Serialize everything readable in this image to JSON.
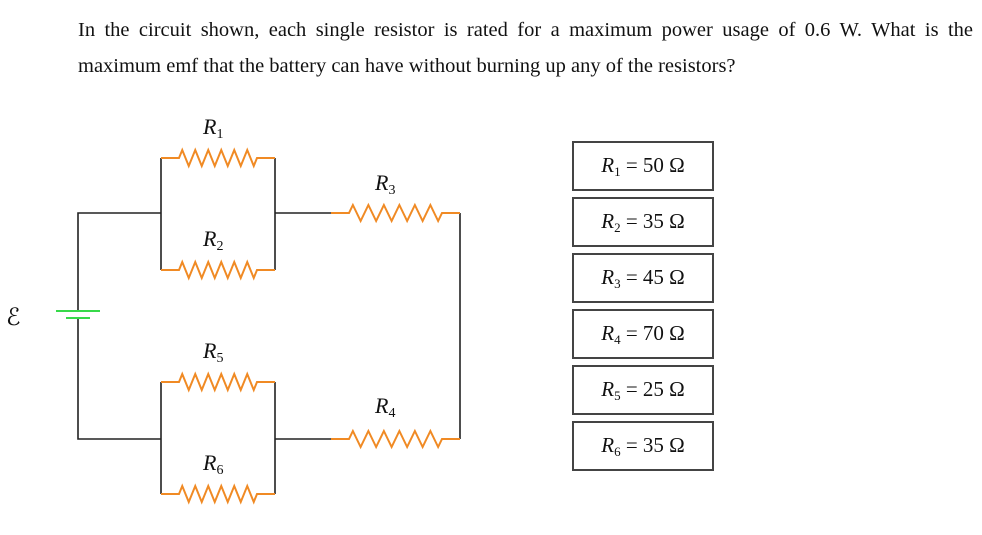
{
  "problem": {
    "text": "In the circuit shown, each single resistor is rated for a maximum power usage of 0.6 W. What is the maximum emf that the battery can have without burning up any of the resistors?"
  },
  "circuit": {
    "emf_symbol": "ℰ",
    "labels": {
      "R1": {
        "base": "R",
        "sub": "1"
      },
      "R2": {
        "base": "R",
        "sub": "2"
      },
      "R3": {
        "base": "R",
        "sub": "3"
      },
      "R4": {
        "base": "R",
        "sub": "4"
      },
      "R5": {
        "base": "R",
        "sub": "5"
      },
      "R6": {
        "base": "R",
        "sub": "6"
      }
    },
    "colors": {
      "resistor": "#f08a24",
      "battery": "#37d94a",
      "wire": "#222222"
    }
  },
  "table": [
    {
      "name": "R",
      "sub": "1",
      "eq": " = 50 Ω"
    },
    {
      "name": "R",
      "sub": "2",
      "eq": " = 35 Ω"
    },
    {
      "name": "R",
      "sub": "3",
      "eq": " = 45 Ω"
    },
    {
      "name": "R",
      "sub": "4",
      "eq": " = 70 Ω"
    },
    {
      "name": "R",
      "sub": "5",
      "eq": " = 25 Ω"
    },
    {
      "name": "R",
      "sub": "6",
      "eq": " = 35 Ω"
    }
  ]
}
